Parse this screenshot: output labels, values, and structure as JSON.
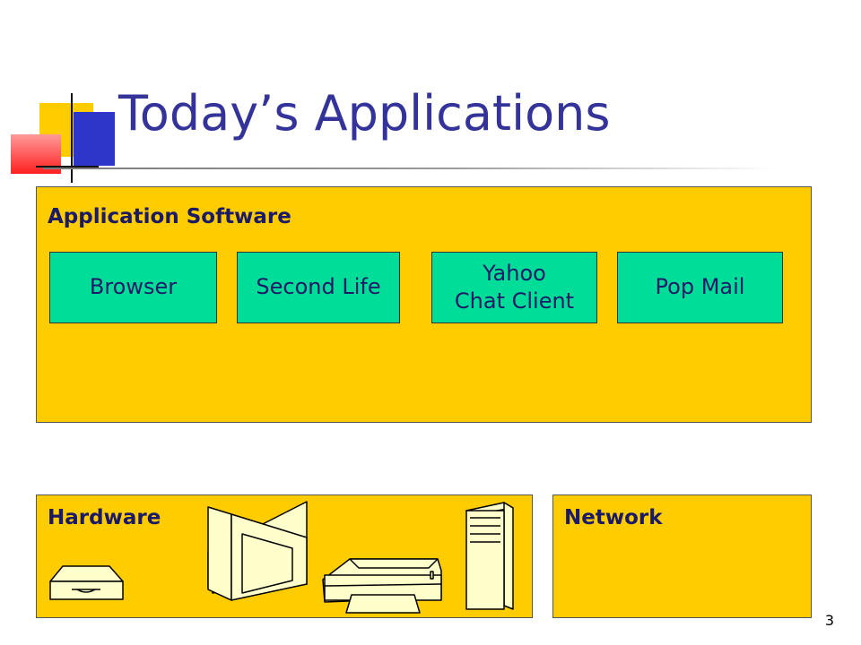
{
  "slide": {
    "title": "Today’s Applications",
    "page_number": "3"
  },
  "application_panel": {
    "label": "Application Software",
    "apps": [
      {
        "label": "Browser"
      },
      {
        "label": "Second Life"
      },
      {
        "label_line1": "Yahoo",
        "label_line2": "Chat Client"
      },
      {
        "label": "Pop Mail"
      }
    ]
  },
  "hardware_panel": {
    "label": "Hardware",
    "devices": [
      "disk-drive-icon",
      "monitor-icon",
      "printer-icon",
      "tower-server-icon"
    ]
  },
  "network_panel": {
    "label": "Network"
  },
  "colors": {
    "panel_fill": "#ffcc00",
    "app_fill": "#00dd99",
    "title_text": "#333399",
    "label_text": "#1a1a66"
  }
}
